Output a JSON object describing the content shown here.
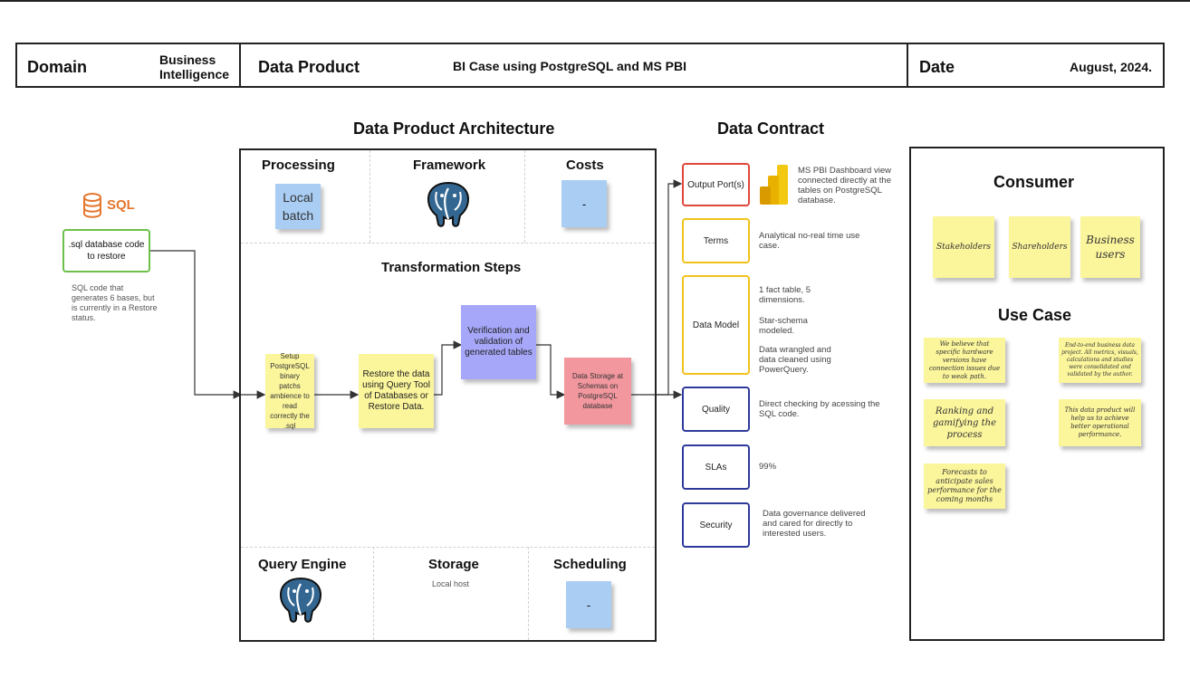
{
  "header": {
    "domain_label": "Domain",
    "domain_value_line1": "Business",
    "domain_value_line2": "Intelligence",
    "product_label": "Data Product",
    "product_value": "BI Case using PostgreSQL and MS PBI",
    "date_label": "Date",
    "date_value": "August, 2024."
  },
  "sections": {
    "architecture_title": "Data Product Architecture",
    "contract_title": "Data Contract"
  },
  "source": {
    "sql_logo_text": "SQL",
    "box_text": ".sql database code to restore",
    "description": "SQL code that generates 6 bases, but is currently in a Restore status."
  },
  "architecture": {
    "processing_title": "Processing",
    "processing_note": "Local batch",
    "framework_title": "Framework",
    "costs_title": "Costs",
    "costs_note": "-",
    "transformation_title": "Transformation Steps",
    "steps": [
      "Setup PostgreSQL binary patchs ambience to read correctly the .sql",
      "Restore the data using Query Tool of Databases or Restore Data.",
      "Verification and validation of generated tables",
      "Data Storage at Schemas on PostgreSQL database"
    ],
    "query_engine_title": "Query Engine",
    "storage_title": "Storage",
    "storage_note": "Local host",
    "scheduling_title": "Scheduling",
    "scheduling_note": "-"
  },
  "contract": {
    "items": [
      {
        "label": "Output Port(s)",
        "desc": "MS PBI Dashboard view connected directly at the tables on PostgreSQL database.",
        "color": "#e0473a"
      },
      {
        "label": "Terms",
        "desc": "Analytical no-real time use case.",
        "color": "#f2c21c"
      },
      {
        "label": "Data Model",
        "desc_1": "1 fact table, 5 dimensions.",
        "desc_2": "Star-schema modeled.",
        "desc_3": "Data wrangled and data cleaned using PowerQuery.",
        "color": "#f2c21c"
      },
      {
        "label": "Quality",
        "desc": "Direct checking by acessing the SQL code.",
        "color": "#2e3a9b"
      },
      {
        "label": "SLAs",
        "desc": "99%",
        "color": "#2e3a9b"
      },
      {
        "label": "Security",
        "desc": "Data governance delivered and cared for directly to interested users.",
        "color": "#2e3a9b"
      }
    ]
  },
  "consumer": {
    "title": "Consumer",
    "notes": [
      "Stakeholders",
      "Shareholders",
      "Business users"
    ],
    "use_case_title": "Use Case",
    "use_cases": [
      "We believe that specific hardware versions have connection issues due to weak path.",
      "End-to-end business data project. All metrics, visuals, calculations and studies were consolidated and validated by the author.",
      "Ranking and gamifying the process",
      "This data product will help us to achieve better operational performance.",
      "Forecasts to anticipate sales performance for the coming months"
    ]
  },
  "colors": {
    "sticky_yellow": "#fbf59c",
    "sticky_blue": "#a9cdf3",
    "sticky_purple": "#a6a7f9",
    "sticky_pink": "#f2979e",
    "sql_orange": "#e5762c",
    "source_border": "#6cc04a"
  },
  "icons": {
    "framework": "postgresql-elephant-icon",
    "query_engine": "postgresql-elephant-icon",
    "output_port": "power-bi-icon",
    "source": "sql-database-icon"
  }
}
